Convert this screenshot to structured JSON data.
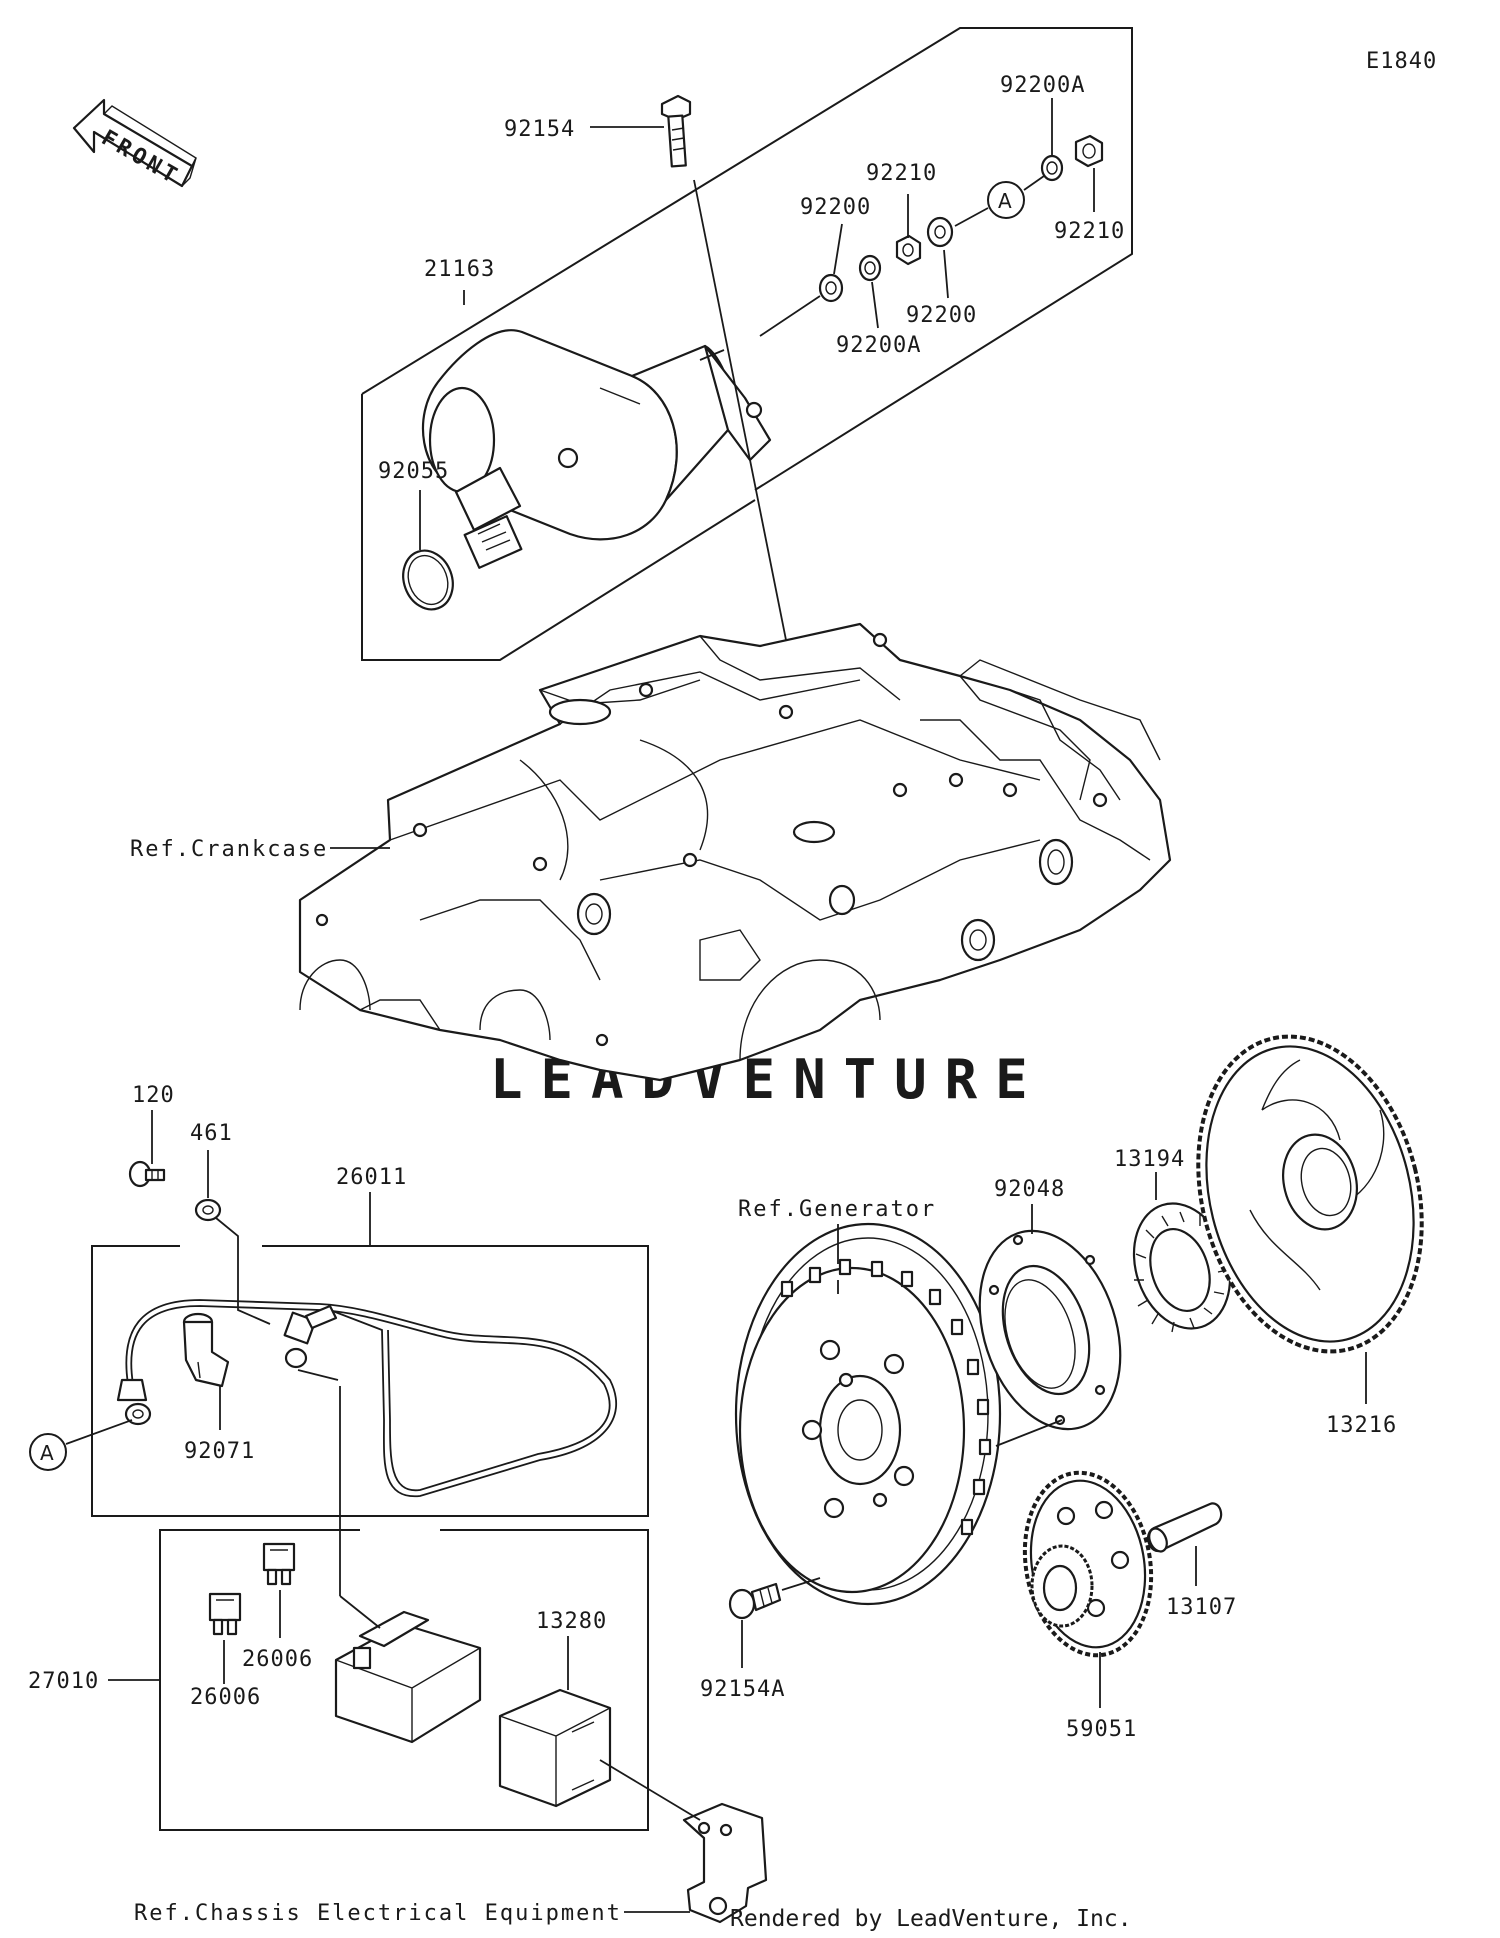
{
  "diagram_code": "E1840",
  "front_label": "FRONT",
  "callout_letter": "A",
  "watermark": "LEADVENTURE",
  "footer": "Rendered by LeadVenture, Inc.",
  "parts": {
    "p92154": "92154",
    "p92200A_top": "92200A",
    "p92210_mid": "92210",
    "p92200_left": "92200",
    "p92210_right": "92210",
    "p92200_right": "92200",
    "p92200A_low": "92200A",
    "p21163": "21163",
    "p92055": "92055",
    "p120": "120",
    "p461": "461",
    "p26011": "26011",
    "p92071": "92071",
    "p92048": "92048",
    "p13194": "13194",
    "p13216": "13216",
    "p13107": "13107",
    "p59051": "59051",
    "p92154A": "92154A",
    "p13280": "13280",
    "p26006_a": "26006",
    "p26006_b": "26006",
    "p27010": "27010"
  },
  "refs": {
    "crankcase": "Ref.Crankcase",
    "generator": "Ref.Generator",
    "chassis": "Ref.Chassis Electrical Equipment"
  }
}
